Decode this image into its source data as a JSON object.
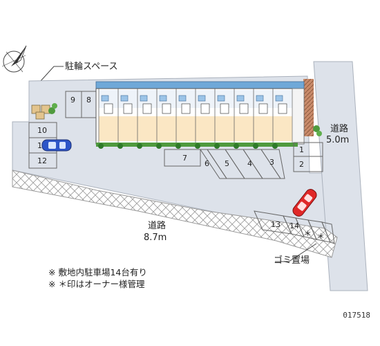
{
  "labels": {
    "bicycle_space": "駐輪スペース",
    "road_east": "道路",
    "road_east_width": "5.0m",
    "road_south": "道路",
    "road_south_width": "8.7m",
    "garbage": "ゴミ置場",
    "parking_mark": "＊"
  },
  "parking_numbers": [
    "1",
    "2",
    "3",
    "4",
    "5",
    "6",
    "7",
    "8",
    "9",
    "10",
    "11",
    "12",
    "13",
    "14"
  ],
  "notes": [
    "※ 敷地内駐車場14台有り",
    "※ ＊印はオーナー様管理"
  ],
  "code": "017518",
  "colors": {
    "lot_fill": "#dde2ea",
    "building_blue": "#6fa8d8",
    "unit_cream": "#fbe7c4",
    "car_blue": "#2d56c8",
    "car_red": "#e02828",
    "hedge": "#4f9a3e"
  },
  "icons": {
    "north": "north-arrow-icon"
  }
}
